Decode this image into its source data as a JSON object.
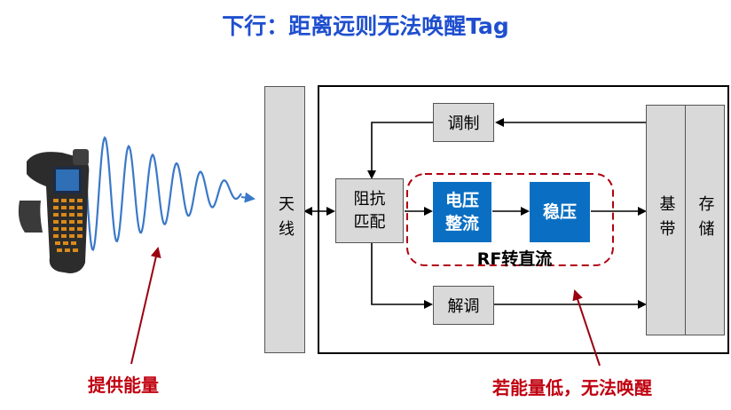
{
  "title": "下行：距离远则无法唤醒Tag",
  "blocks": {
    "antenna": "天线",
    "modulation": "调制",
    "impedance_match": "阻抗\n匹配",
    "rectifier": "电压\n整流",
    "regulator": "稳压",
    "demodulation": "解调",
    "baseband": "基带",
    "storage": "存储"
  },
  "rf_label": "RF转直流",
  "annotations": {
    "supply_energy": "提供能量",
    "low_energy": "若能量低，无法唤醒"
  },
  "colors": {
    "title": "#1f4fcf",
    "accent_red": "#c0000f",
    "block_blue": "#0a6fc2",
    "block_gray": "#d9d9d9",
    "wave_blue": "#3a78c8"
  }
}
